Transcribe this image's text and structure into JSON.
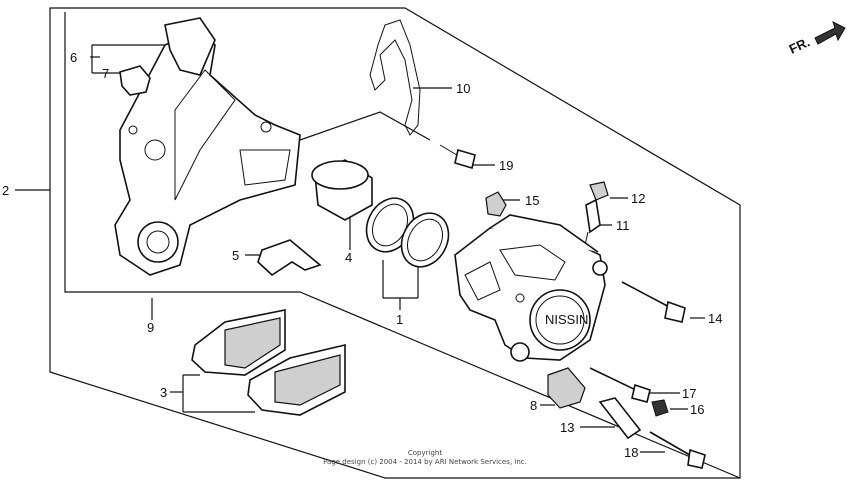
{
  "diagram": {
    "direction_label": "FR.",
    "callouts": [
      "1",
      "2",
      "3",
      "4",
      "5",
      "6",
      "7",
      "8",
      "9",
      "10",
      "11",
      "12",
      "13",
      "14",
      "15",
      "16",
      "17",
      "18",
      "19"
    ],
    "copyright_line1": "Copyright",
    "copyright_line2": "Page design (c) 2004 - 2014 by ARI Network Services, Inc."
  }
}
